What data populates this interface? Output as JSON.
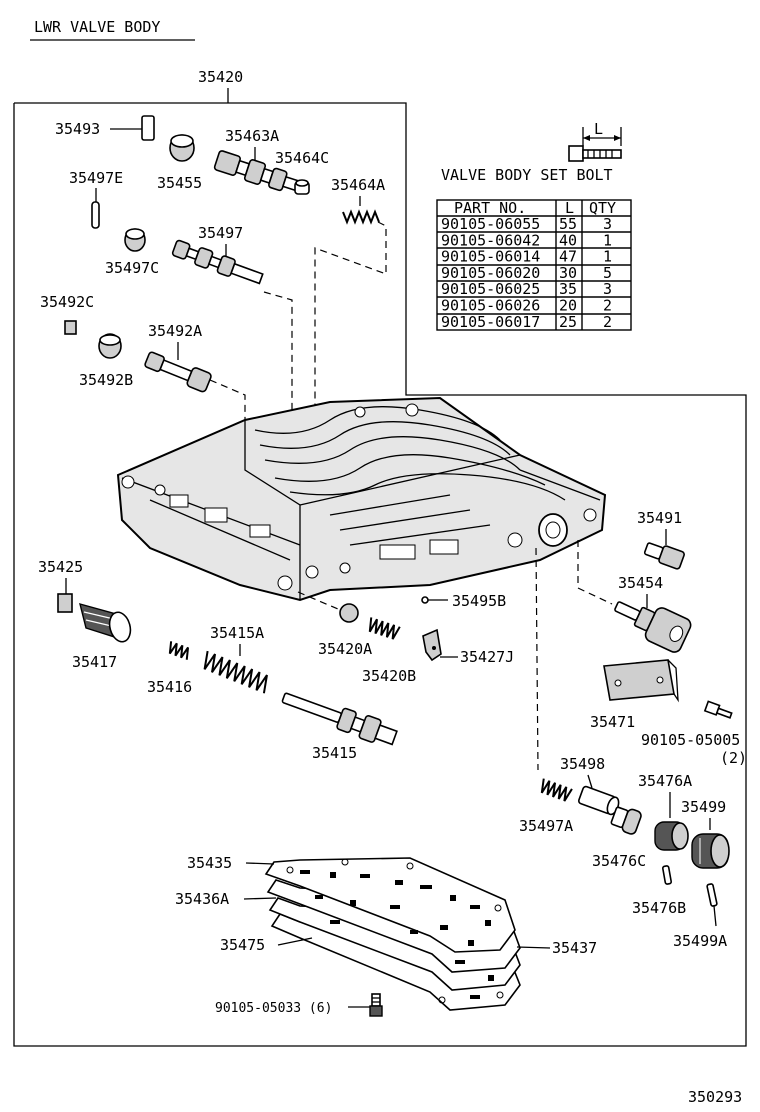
{
  "title": "LWR VALVE BODY",
  "assembly_number": "35420",
  "bolt_table": {
    "caption": "VALVE BODY SET BOLT",
    "bolt_dimension_label": "L",
    "headers": [
      "PART NO.",
      "L",
      "QTY"
    ],
    "rows": [
      [
        "90105-06055",
        "55",
        "3"
      ],
      [
        "90105-06042",
        "40",
        "1"
      ],
      [
        "90105-06014",
        "47",
        "1"
      ],
      [
        "90105-06020",
        "30",
        "5"
      ],
      [
        "90105-06025",
        "35",
        "3"
      ],
      [
        "90105-06026",
        "20",
        "2"
      ],
      [
        "90105-06017",
        "25",
        "2"
      ]
    ]
  },
  "part_labels": {
    "p35493": "35493",
    "p35463A": "35463A",
    "p35464C": "35464C",
    "p35455": "35455",
    "p35497E": "35497E",
    "p35464A": "35464A",
    "p35497": "35497",
    "p35497C": "35497C",
    "p35492C": "35492C",
    "p35492A": "35492A",
    "p35492B": "35492B",
    "p35491": "35491",
    "p35454": "35454",
    "p35425": "35425",
    "p35495B": "35495B",
    "p35415A": "35415A",
    "p35420A": "35420A",
    "p35427J": "35427J",
    "p35417": "35417",
    "p35416": "35416",
    "p35420B": "35420B",
    "p35471": "35471",
    "p90105_05005": "90105-05005",
    "p90105_05005_qty": "(2)",
    "p35415": "35415",
    "p35498": "35498",
    "p35476A": "35476A",
    "p35499": "35499",
    "p35497A": "35497A",
    "p35476C": "35476C",
    "p35435": "35435",
    "p35476B": "35476B",
    "p35436A": "35436A",
    "p35499A": "35499A",
    "p35475": "35475",
    "p35437": "35437",
    "p90105_05033": "90105-05033 (6)"
  },
  "figure_number": "350293"
}
